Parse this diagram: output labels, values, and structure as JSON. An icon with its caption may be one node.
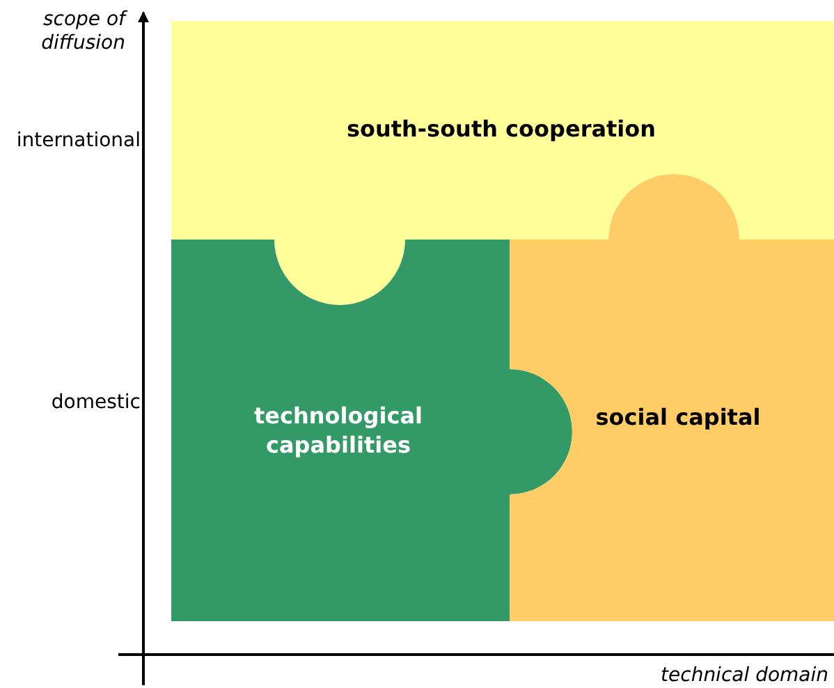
{
  "diagram": {
    "nodes": [
      {
        "text": [
          "south-south cooperation"
        ]
      },
      {
        "text": [
          "technological capabilities"
        ]
      },
      {
        "text": [
          "social capital"
        ]
      }
    ],
    "labels": [
      "scope of diffusion",
      "international",
      "domestic",
      "technical domain"
    ]
  }
}
